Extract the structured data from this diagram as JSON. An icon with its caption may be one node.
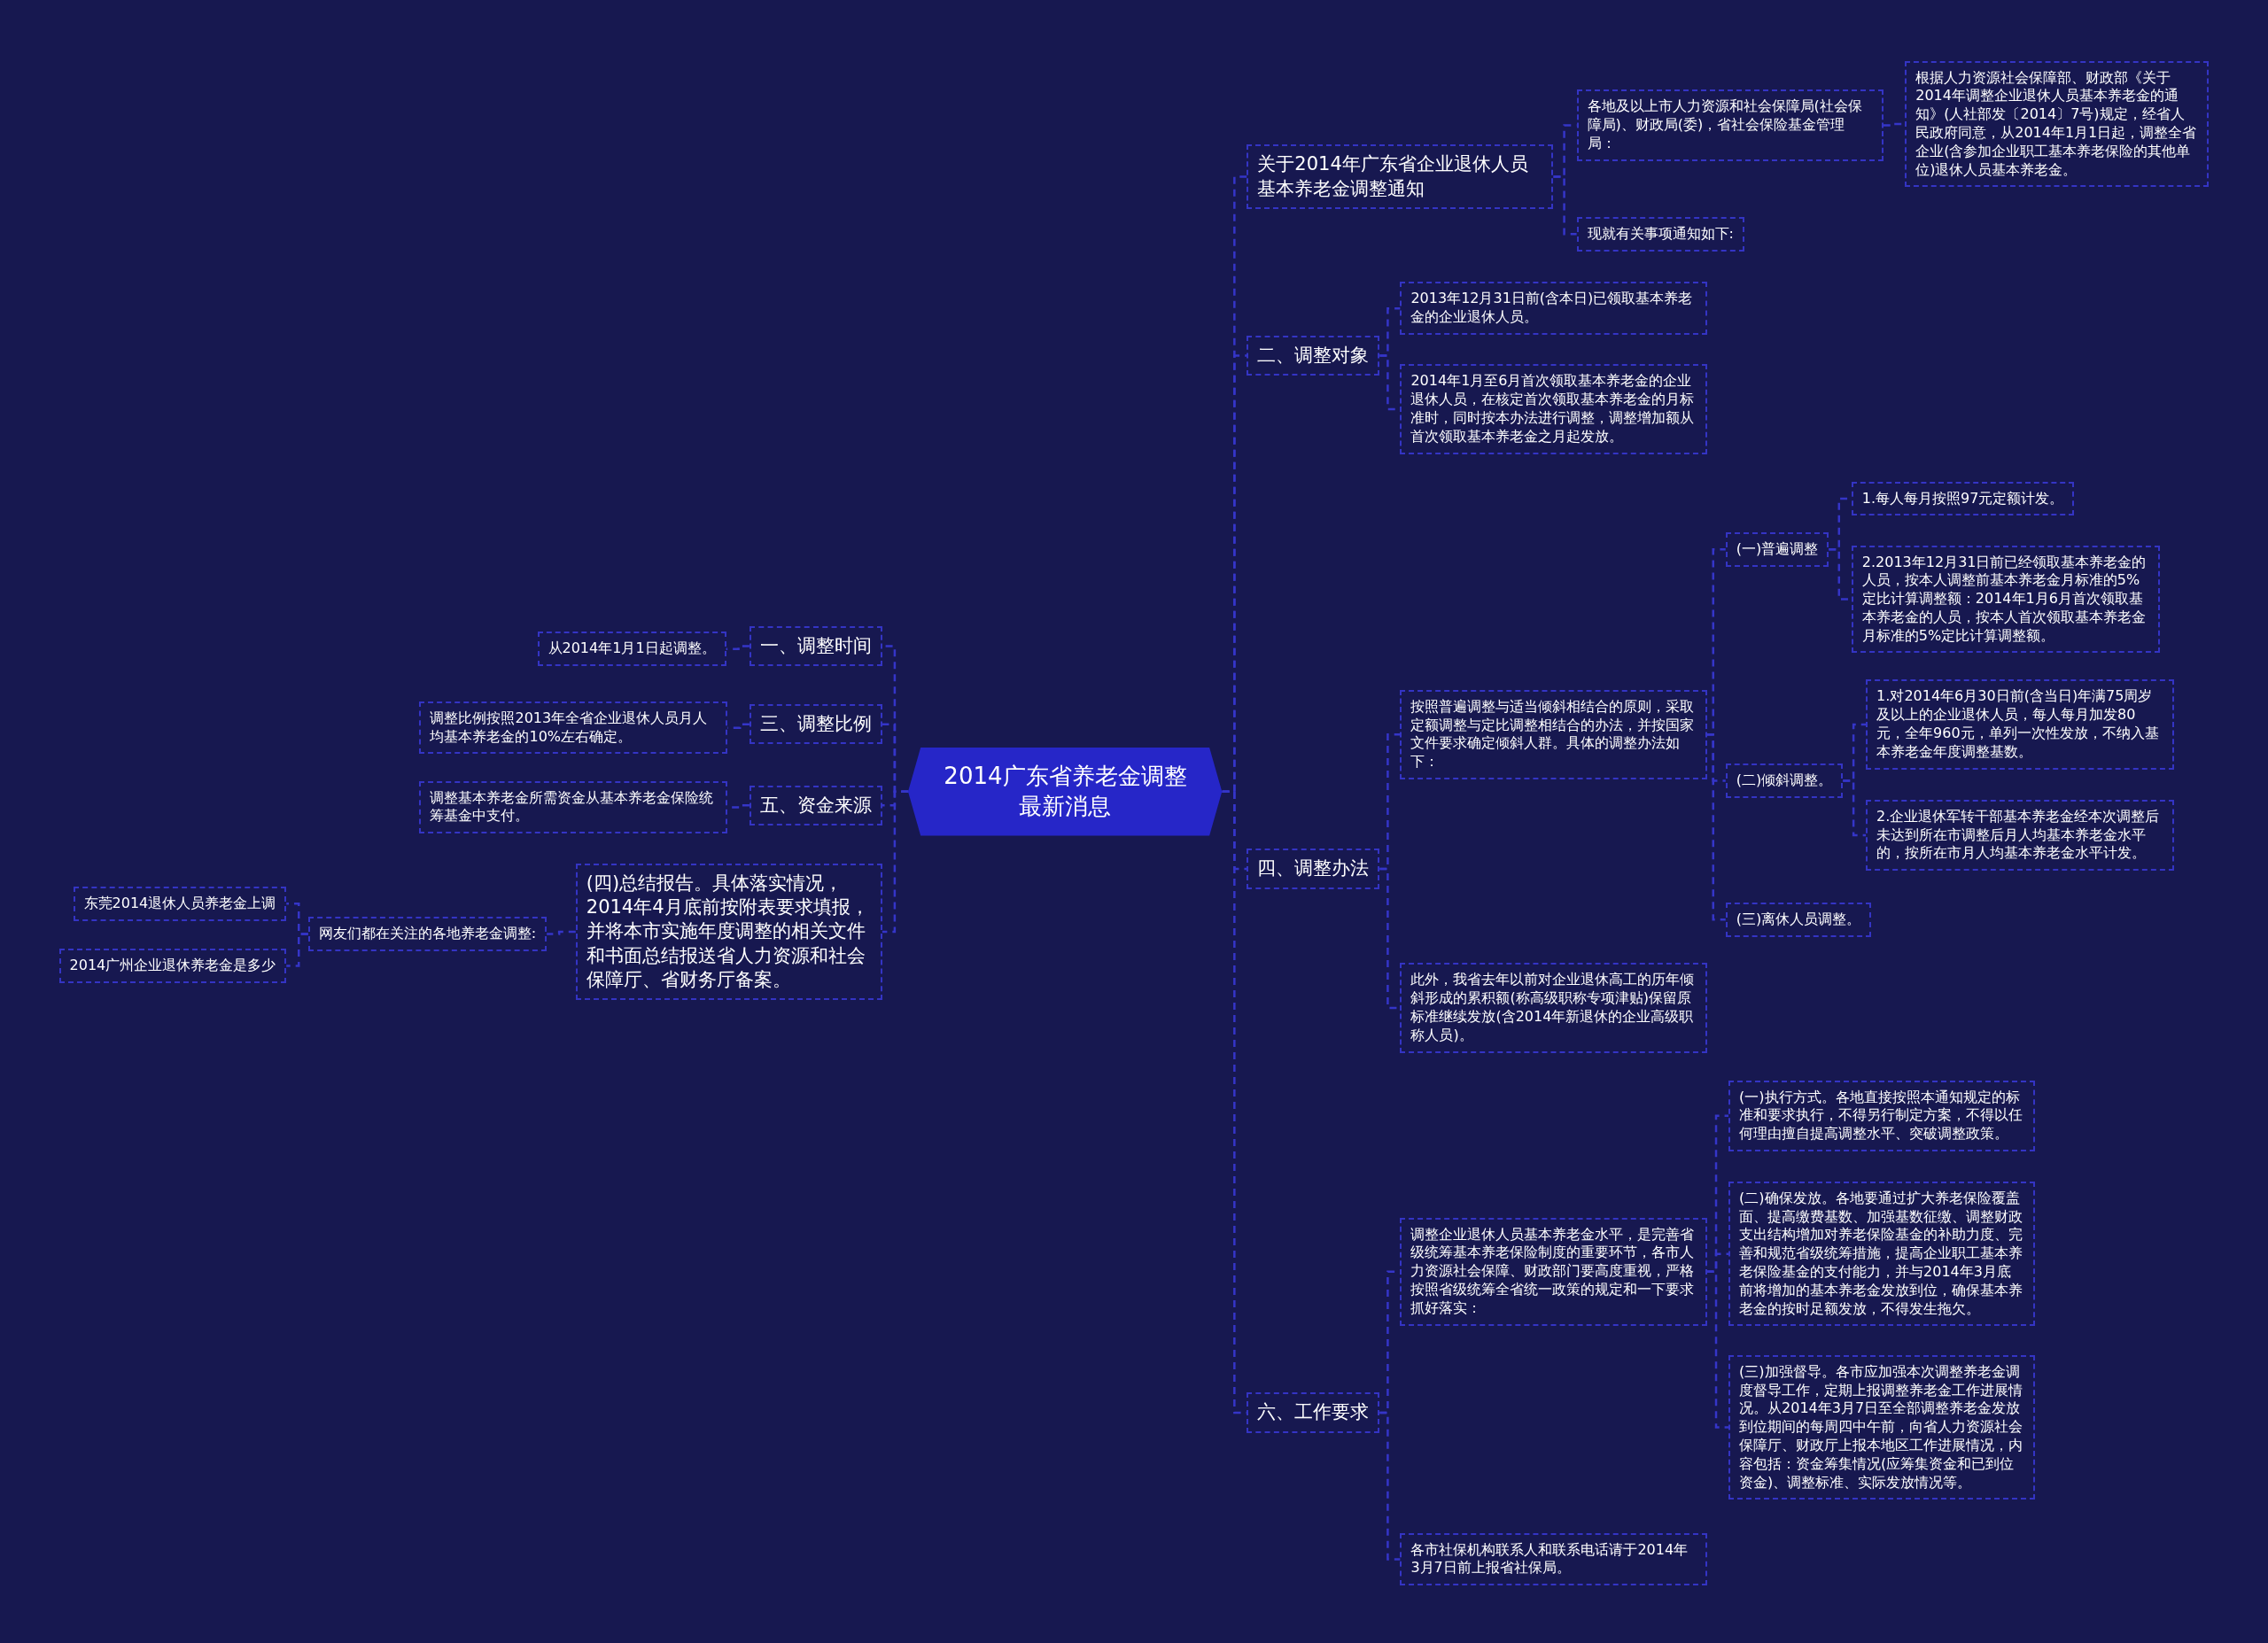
{
  "diagram": {
    "nodes": [
      {
        "text": [
          "2014广东省养老金调整最新消息"
        ]
      },
      {
        "text": [
          "一、调整时间"
        ]
      },
      {
        "text": [
          "从2014年1月1日起调整。"
        ]
      },
      {
        "text": [
          "三、调整比例"
        ]
      },
      {
        "text": [
          "调整比例按照2013年全省企业退休人员月人均基本养老金的10%左右确定。"
        ]
      },
      {
        "text": [
          "五、资金来源"
        ]
      },
      {
        "text": [
          "调整基本养老金所需资金从基本养老金保险统筹基金中支付。"
        ]
      },
      {
        "text": [
          "(四)总结报告。具体落实情况，2014年4月底前按附表要求填报，并将本市实施年度调整的相关文件和书面总结报送省人力资源和社会保障厅、省财务厅备案。"
        ]
      },
      {
        "text": [
          "网友们都在关注的各地养老金调整:"
        ]
      },
      {
        "text": [
          "东莞2014退休人员养老金上调"
        ]
      },
      {
        "text": [
          "2014广州企业退休养老金是多少"
        ]
      },
      {
        "text": [
          "关于2014年广东省企业退休人员基本养老金调整通知"
        ]
      },
      {
        "text": [
          "各地及以上市人力资源和社会保障局(社会保障局)、财政局(委)，省社会保险基金管理局："
        ]
      },
      {
        "text": [
          "根据人力资源社会保障部、财政部《关于2014年调整企业退休人员基本养老金的通知》(人社部发〔2014〕7号)规定，经省人民政府同意，从2014年1月1日起，调整全省企业(含参加企业职工基本养老保险的其他单位)退休人员基本养老金。"
        ]
      },
      {
        "text": [
          "现就有关事项通知如下:"
        ]
      },
      {
        "text": [
          "二、调整对象"
        ]
      },
      {
        "text": [
          "2013年12月31日前(含本日)已领取基本养老金的企业退休人员。"
        ]
      },
      {
        "text": [
          "2014年1月至6月首次领取基本养老金的企业退休人员，在核定首次领取基本养老金的月标准时，同时按本办法进行调整，调整增加额从首次领取基本养老金之月起发放。"
        ]
      },
      {
        "text": [
          "四、调整办法"
        ]
      },
      {
        "text": [
          "按照普遍调整与适当倾斜相结合的原则，采取定额调整与定比调整相结合的办法，并按国家文件要求确定倾斜人群。具体的调整办法如下："
        ]
      },
      {
        "text": [
          "(一)普遍调整"
        ]
      },
      {
        "text": [
          "1.每人每月按照97元定额计发。"
        ]
      },
      {
        "text": [
          "2.2013年12月31日前已经领取基本养老金的人员，按本人调整前基本养老金月标准的5%定比计算调整额：2014年1月6月首次领取基本养老金的人员，按本人首次领取基本养老金月标准的5%定比计算调整额。"
        ]
      },
      {
        "text": [
          "(二)倾斜调整。"
        ]
      },
      {
        "text": [
          "1.对2014年6月30日前(含当日)年满75周岁及以上的企业退休人员，每人每月加发80元，全年960元，单列一次性发放，不纳入基本养老金年度调整基数。"
        ]
      },
      {
        "text": [
          "2.企业退休军转干部基本养老金经本次调整后未达到所在市调整后月人均基本养老金水平的，按所在市月人均基本养老金水平计发。"
        ]
      },
      {
        "text": [
          "(三)离休人员调整。"
        ]
      },
      {
        "text": [
          "此外，我省去年以前对企业退休高工的历年倾斜形成的累积额(称高级职称专项津贴)保留原标准继续发放(含2014年新退休的企业高级职称人员)。"
        ]
      },
      {
        "text": [
          "六、工作要求"
        ]
      },
      {
        "text": [
          "调整企业退休人员基本养老金水平，是完善省级统筹基本养老保险制度的重要环节，各市人力资源社会保障、财政部门要高度重视，严格按照省级统筹全省统一政策的规定和一下要求抓好落实："
        ]
      },
      {
        "text": [
          "(一)执行方式。各地直接按照本通知规定的标准和要求执行，不得另行制定方案，不得以任何理由擅自提高调整水平、突破调整政策。"
        ]
      },
      {
        "text": [
          "(二)确保发放。各地要通过扩大养老保险覆盖面、提高缴费基数、加强基数征缴、调整财政支出结构增加对养老保险基金的补助力度、完善和规范省级统筹措施，提高企业职工基本养老保险基金的支付能力，并与2014年3月底前将增加的基本养老金发放到位，确保基本养老金的按时足额发放，不得发生拖欠。"
        ]
      },
      {
        "text": [
          "(三)加强督导。各市应加强本次调整养老金调度督导工作，定期上报调整养老金工作进展情况。从2014年3月7日至全部调整养老金发放到位期间的每周四中午前，向省人力资源社会保障厅、财政厅上报本地区工作进展情况，内容包括：资金筹集情况(应筹集资金和已到位资金)、调整标准、实际发放情况等。"
        ]
      },
      {
        "text": [
          "各市社保机构联系人和联系电话请于2014年3月7日前上报省社保局。"
        ]
      }
    ],
    "edges": [
      {
        "from": 0,
        "to": 1,
        "arrow": "none"
      },
      {
        "from": 1,
        "to": 2,
        "arrow": "none"
      },
      {
        "from": 0,
        "to": 3,
        "arrow": "none"
      },
      {
        "from": 3,
        "to": 4,
        "arrow": "none"
      },
      {
        "from": 0,
        "to": 5,
        "arrow": "none"
      },
      {
        "from": 5,
        "to": 6,
        "arrow": "none"
      },
      {
        "from": 0,
        "to": 7,
        "arrow": "none"
      },
      {
        "from": 7,
        "to": 8,
        "arrow": "none"
      },
      {
        "from": 8,
        "to": 9,
        "arrow": "none"
      },
      {
        "from": 8,
        "to": 10,
        "arrow": "none"
      },
      {
        "from": 0,
        "to": 11,
        "arrow": "none"
      },
      {
        "from": 11,
        "to": 12,
        "arrow": "none"
      },
      {
        "from": 12,
        "to": 13,
        "arrow": "none"
      },
      {
        "from": 11,
        "to": 14,
        "arrow": "none"
      },
      {
        "from": 0,
        "to": 15,
        "arrow": "none"
      },
      {
        "from": 15,
        "to": 16,
        "arrow": "none"
      },
      {
        "from": 15,
        "to": 17,
        "arrow": "none"
      },
      {
        "from": 0,
        "to": 18,
        "arrow": "none"
      },
      {
        "from": 18,
        "to": 19,
        "arrow": "none"
      },
      {
        "from": 19,
        "to": 20,
        "arrow": "none"
      },
      {
        "from": 20,
        "to": 21,
        "arrow": "none"
      },
      {
        "from": 20,
        "to": 22,
        "arrow": "none"
      },
      {
        "from": 19,
        "to": 23,
        "arrow": "none"
      },
      {
        "from": 23,
        "to": 24,
        "arrow": "none"
      },
      {
        "from": 23,
        "to": 25,
        "arrow": "none"
      },
      {
        "from": 19,
        "to": 26,
        "arrow": "none"
      },
      {
        "from": 18,
        "to": 27,
        "arrow": "none"
      },
      {
        "from": 0,
        "to": 28,
        "arrow": "none"
      },
      {
        "from": 28,
        "to": 29,
        "arrow": "none"
      },
      {
        "from": 29,
        "to": 30,
        "arrow": "none"
      },
      {
        "from": 29,
        "to": 31,
        "arrow": "none"
      },
      {
        "from": 29,
        "to": 32,
        "arrow": "none"
      },
      {
        "from": 28,
        "to": 33,
        "arrow": "none"
      }
    ]
  }
}
